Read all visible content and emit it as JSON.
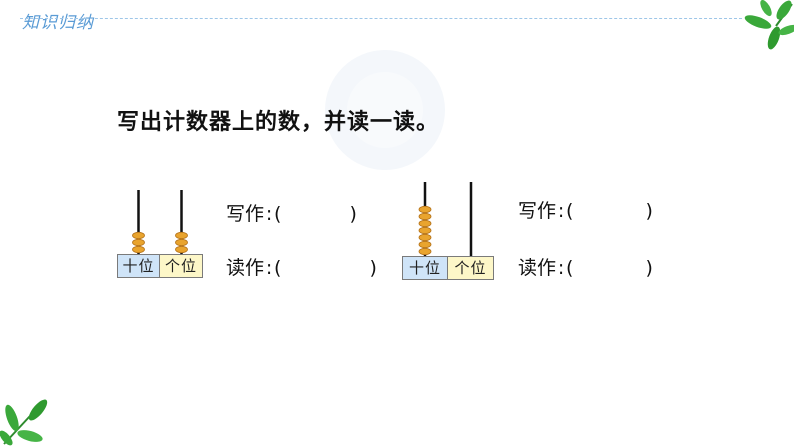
{
  "header": {
    "section_label": "知识归纳"
  },
  "instruction": "写出计数器上的数，并读一读。",
  "colors": {
    "bead": "#e9a42e",
    "bead_dark": "#b5731a",
    "rod": "#111111",
    "tens_cell": "#cfe4f8",
    "ones_cell": "#fdf7c8",
    "leaf_green": "#3aa83a",
    "header_blue": "#5a9bd5"
  },
  "icons": [
    "green-leaves-icon"
  ],
  "abacuses": [
    {
      "tens_beads": 3,
      "ones_beads": 3,
      "tens_label": "十位",
      "ones_label": "个位",
      "write_label": "写作",
      "read_label": "读作",
      "colon": ":",
      "paren_open": "(",
      "paren_close": ")"
    },
    {
      "tens_beads": 7,
      "ones_beads": 0,
      "tens_label": "十位",
      "ones_label": "个位",
      "write_label": "写作",
      "read_label": "读作",
      "colon": ":",
      "paren_open": "(",
      "paren_close": ")"
    }
  ]
}
